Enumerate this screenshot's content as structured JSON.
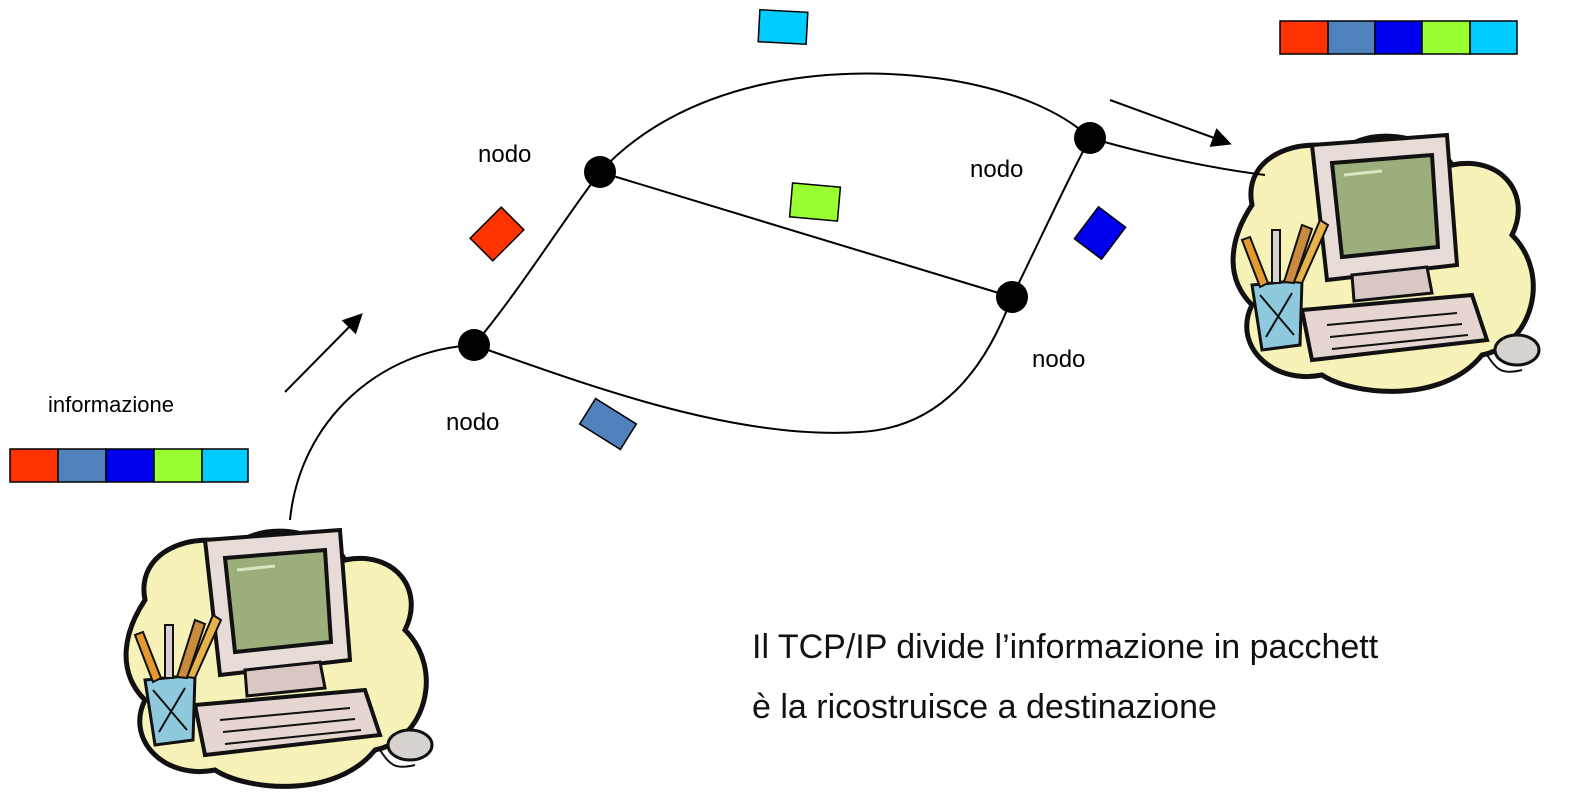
{
  "labels": {
    "source": "informazione",
    "node_top_left": "nodo",
    "node_bottom_left": "nodo",
    "node_top_right": "nodo",
    "node_bottom_right": "nodo"
  },
  "caption": {
    "line1": "Il TCP/IP divide l’informazione in pacchett",
    "line2": "è la ricostruisce a destinazione"
  },
  "packet_colors": [
    "#ff3300",
    "#4f81bd",
    "#0000ee",
    "#99ff33",
    "#00ccff"
  ],
  "icons": {
    "source_computer": "computer-icon",
    "destination_computer": "computer-icon"
  }
}
